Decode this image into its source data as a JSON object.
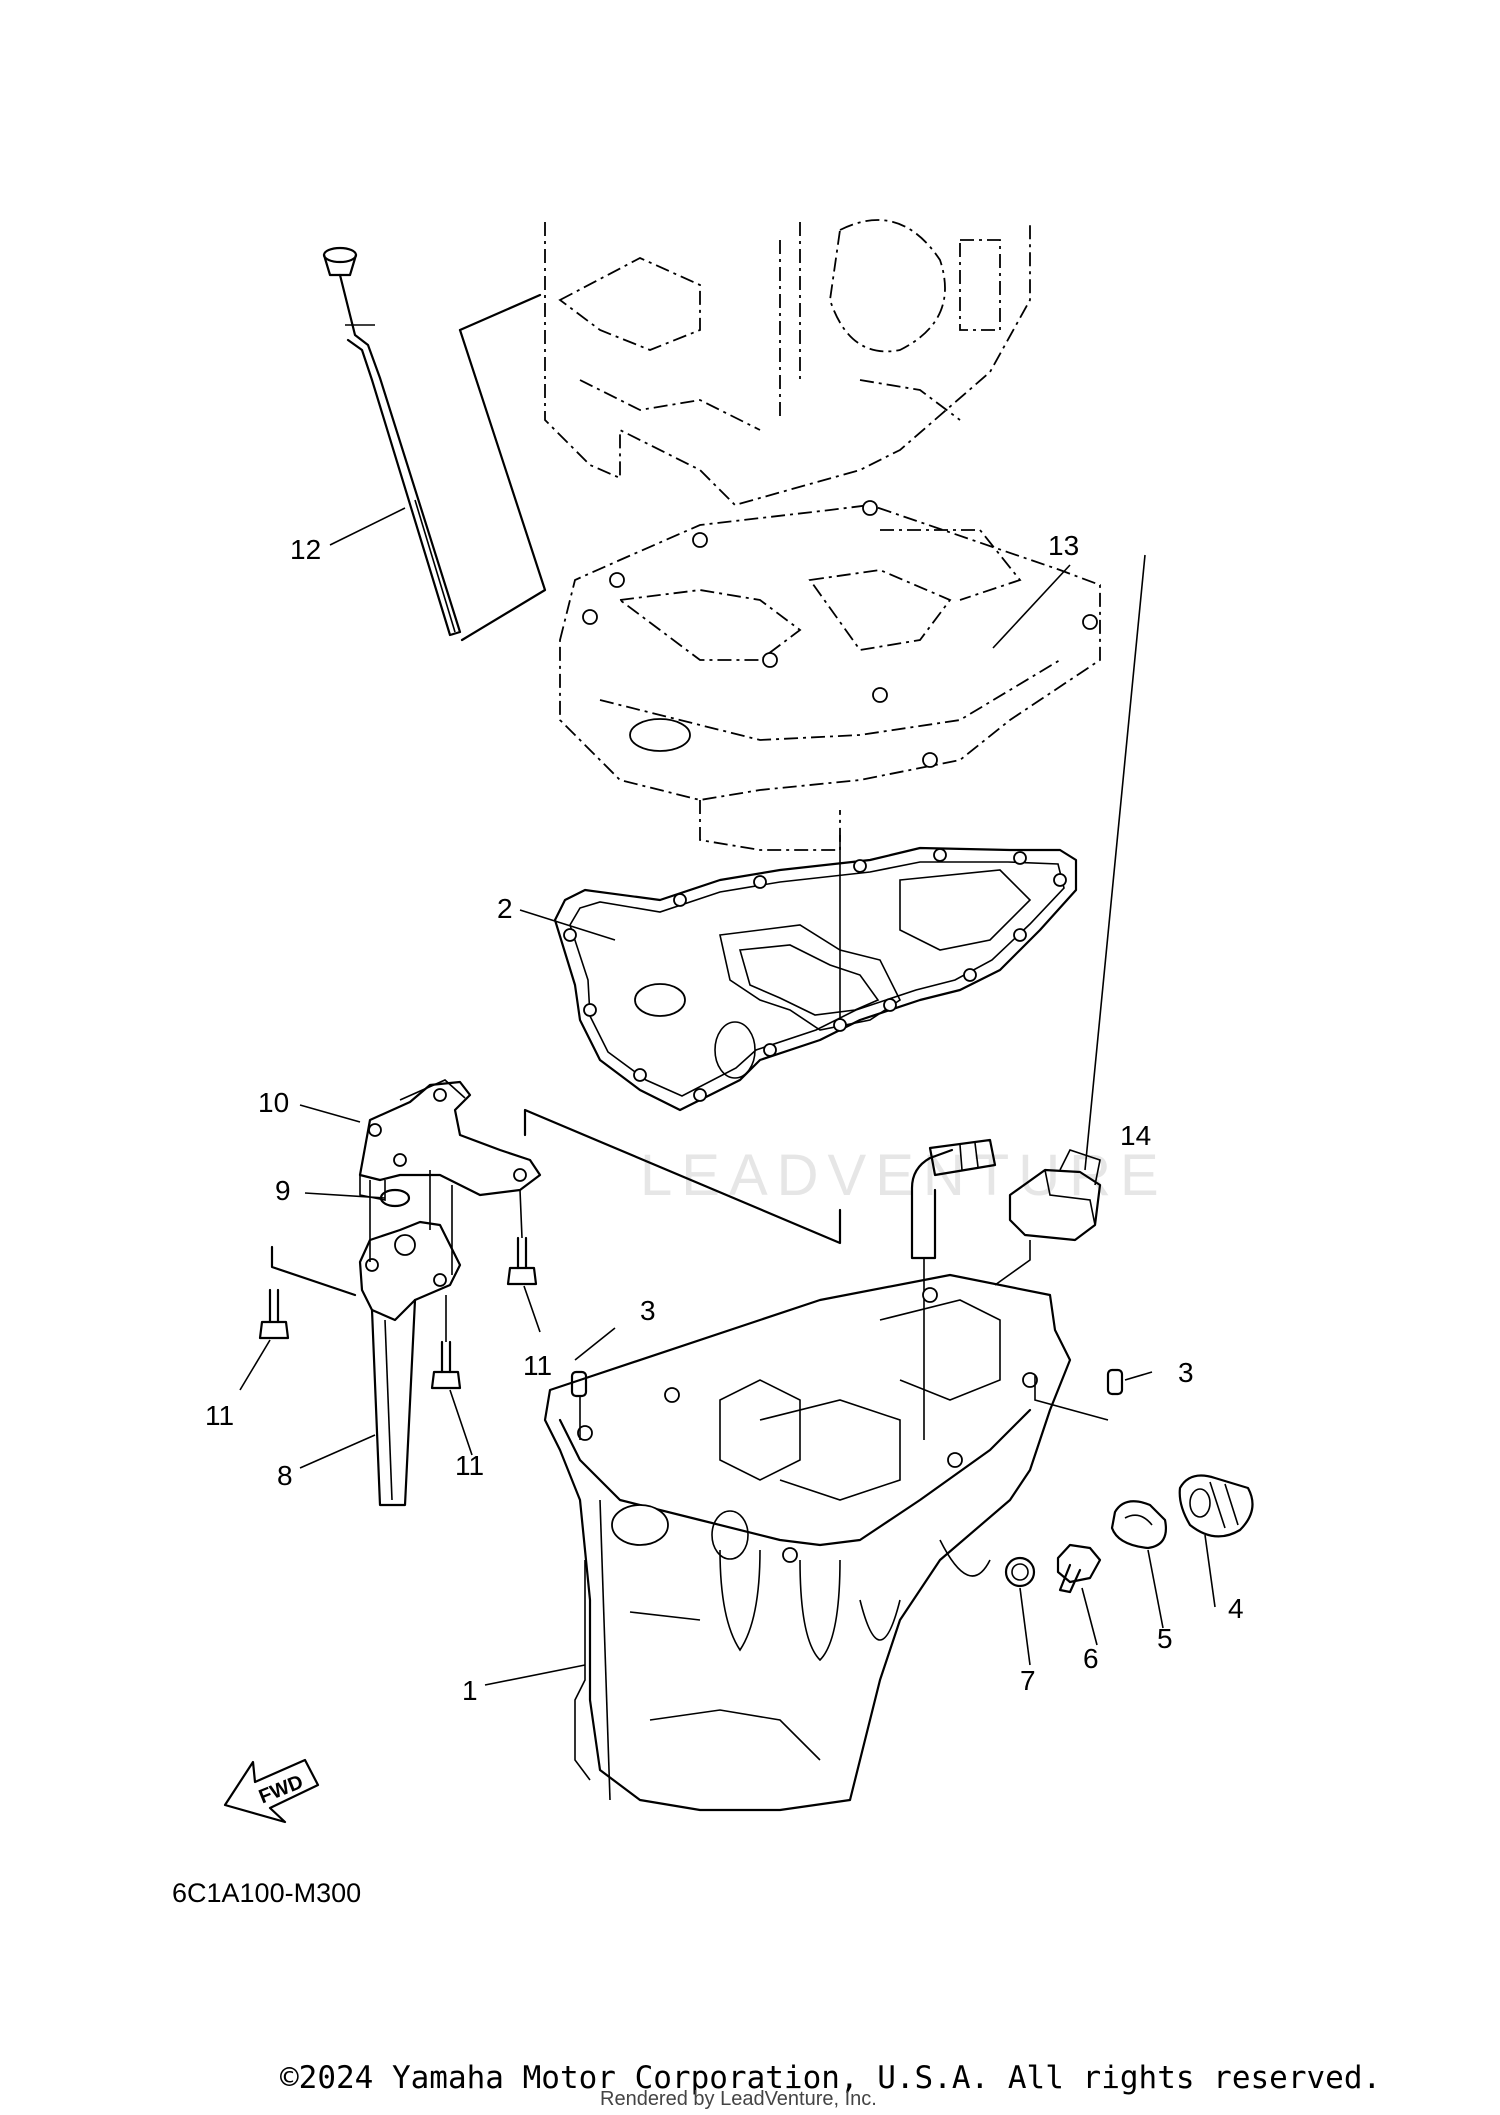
{
  "diagram": {
    "code": "6C1A100-M300",
    "fwd_label": "FWD",
    "watermark": "LEADVENTURE",
    "callouts": [
      {
        "id": "1",
        "label": "1"
      },
      {
        "id": "2",
        "label": "2"
      },
      {
        "id": "3a",
        "label": "3"
      },
      {
        "id": "3b",
        "label": "3"
      },
      {
        "id": "4",
        "label": "4"
      },
      {
        "id": "5",
        "label": "5"
      },
      {
        "id": "6",
        "label": "6"
      },
      {
        "id": "7",
        "label": "7"
      },
      {
        "id": "8",
        "label": "8"
      },
      {
        "id": "9",
        "label": "9"
      },
      {
        "id": "10",
        "label": "10"
      },
      {
        "id": "11a",
        "label": "11"
      },
      {
        "id": "11b",
        "label": "11"
      },
      {
        "id": "11c",
        "label": "11"
      },
      {
        "id": "12",
        "label": "12"
      },
      {
        "id": "13",
        "label": "13"
      },
      {
        "id": "14",
        "label": "14"
      }
    ]
  },
  "footer": {
    "copyright": "©2024 Yamaha Motor Corporation, U.S.A. All rights reserved.",
    "rendered_by": "Rendered by LeadVenture, Inc."
  }
}
